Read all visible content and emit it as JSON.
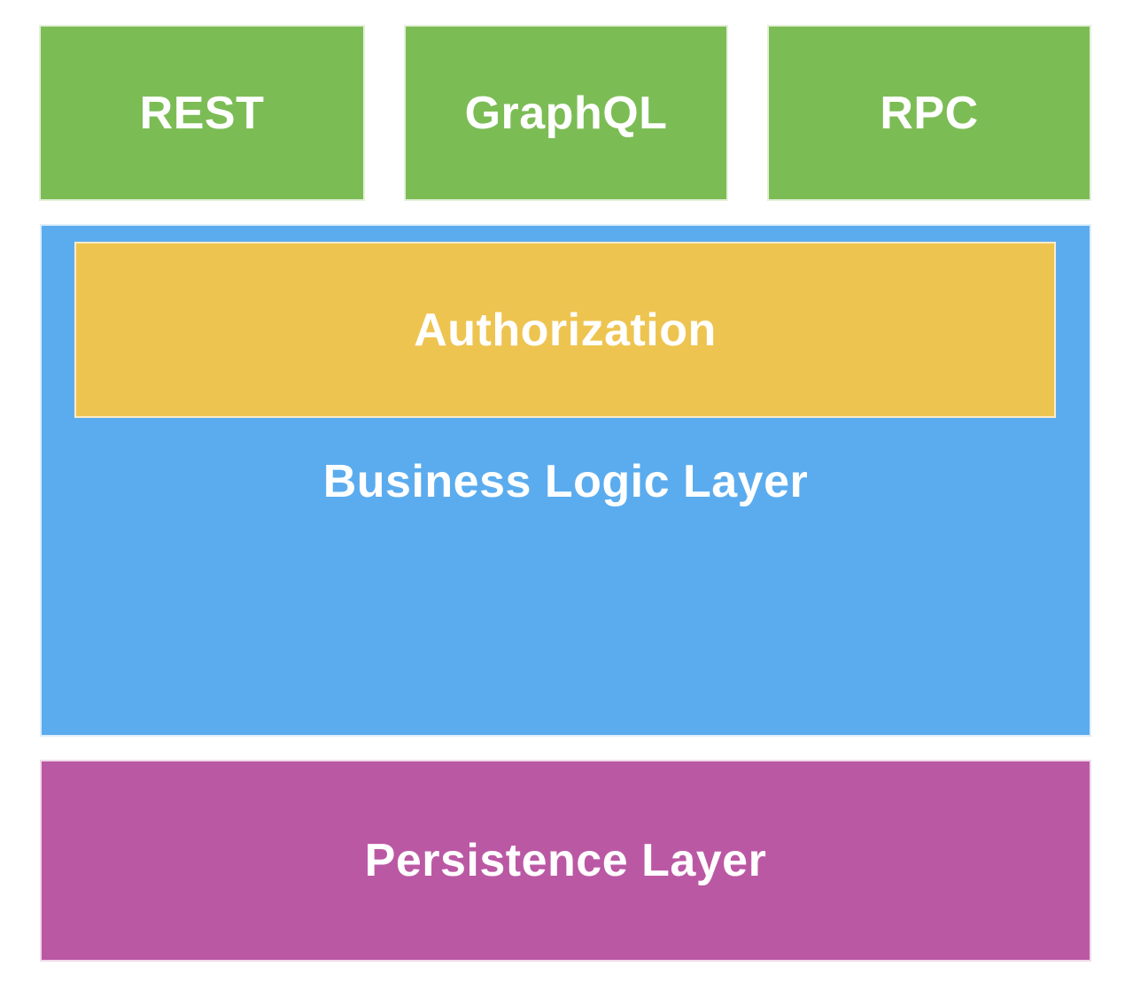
{
  "diagram": {
    "api_layer": {
      "boxes": [
        {
          "id": "rest",
          "label": "REST"
        },
        {
          "id": "graphql",
          "label": "GraphQL"
        },
        {
          "id": "rpc",
          "label": "RPC"
        }
      ]
    },
    "business_logic_layer": {
      "label": "Business Logic Layer",
      "authorization": {
        "label": "Authorization"
      }
    },
    "persistence_layer": {
      "label": "Persistence Layer"
    },
    "colors": {
      "api_box": "#7CBC55",
      "business_layer": "#5BACEE",
      "authorization": "#EEC450",
      "persistence_layer": "#BB58A4",
      "label_text": "#FFFFFF",
      "background": "#FFFFFF"
    }
  }
}
